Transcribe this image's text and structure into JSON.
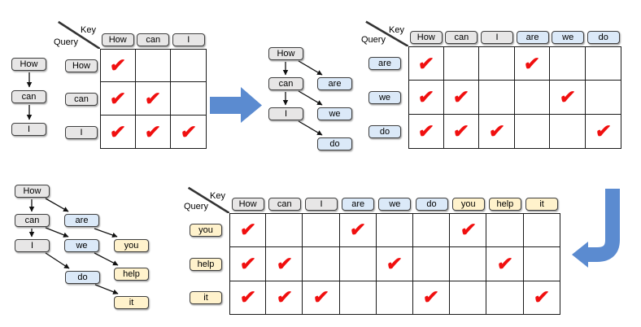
{
  "axis_labels": {
    "key": "Key",
    "query": "Query"
  },
  "check_glyph": "✔",
  "colors": {
    "input_token_fill": "#E7E6E6",
    "draft_token_fill_blue": "#DBE9F8",
    "draft_token_fill_yellow": "#FFF2CC",
    "token_border": "#3F3F3F",
    "grid_border": "#1A1A1A",
    "check_red": "#F00F0F",
    "flow_arrow_blue": "#5B8BD0"
  },
  "step1": {
    "tokens": [
      "How",
      "can",
      "I"
    ],
    "edges": [
      [
        "How",
        "can"
      ],
      [
        "can",
        "I"
      ]
    ],
    "matrix": {
      "key_tokens": [
        {
          "label": "How",
          "color": "gray"
        },
        {
          "label": "can",
          "color": "gray"
        },
        {
          "label": "I",
          "color": "gray"
        }
      ],
      "query_tokens": [
        {
          "label": "How",
          "color": "gray"
        },
        {
          "label": "can",
          "color": "gray"
        },
        {
          "label": "I",
          "color": "gray"
        }
      ],
      "mask": [
        [
          1,
          0,
          0
        ],
        [
          1,
          1,
          0
        ],
        [
          1,
          1,
          1
        ]
      ]
    }
  },
  "step2": {
    "tree": {
      "gray_tokens": [
        "How",
        "can",
        "I"
      ],
      "blue_tokens": [
        "are",
        "we",
        "do"
      ],
      "edges": [
        [
          "How",
          "can"
        ],
        [
          "How",
          "are"
        ],
        [
          "can",
          "I"
        ],
        [
          "can",
          "we"
        ],
        [
          "I",
          "do"
        ]
      ]
    },
    "matrix": {
      "key_tokens": [
        {
          "label": "How",
          "color": "gray"
        },
        {
          "label": "can",
          "color": "gray"
        },
        {
          "label": "I",
          "color": "gray"
        },
        {
          "label": "are",
          "color": "blue"
        },
        {
          "label": "we",
          "color": "blue"
        },
        {
          "label": "do",
          "color": "blue"
        }
      ],
      "query_tokens": [
        {
          "label": "are",
          "color": "blue"
        },
        {
          "label": "we",
          "color": "blue"
        },
        {
          "label": "do",
          "color": "blue"
        }
      ],
      "mask": [
        [
          1,
          0,
          0,
          1,
          0,
          0
        ],
        [
          1,
          1,
          0,
          0,
          1,
          0
        ],
        [
          1,
          1,
          1,
          0,
          0,
          1
        ]
      ]
    }
  },
  "step3": {
    "tree": {
      "gray_tokens": [
        "How",
        "can",
        "I"
      ],
      "blue_tokens": [
        "are",
        "we",
        "do"
      ],
      "yellow_tokens": [
        "you",
        "help",
        "it"
      ],
      "edges": [
        [
          "How",
          "can"
        ],
        [
          "How",
          "are"
        ],
        [
          "can",
          "I"
        ],
        [
          "can",
          "we"
        ],
        [
          "are",
          "you"
        ],
        [
          "I",
          "do"
        ],
        [
          "we",
          "help"
        ],
        [
          "do",
          "it"
        ]
      ]
    },
    "matrix": {
      "key_tokens": [
        {
          "label": "How",
          "color": "gray"
        },
        {
          "label": "can",
          "color": "gray"
        },
        {
          "label": "I",
          "color": "gray"
        },
        {
          "label": "are",
          "color": "blue"
        },
        {
          "label": "we",
          "color": "blue"
        },
        {
          "label": "do",
          "color": "blue"
        },
        {
          "label": "you",
          "color": "yellow"
        },
        {
          "label": "help",
          "color": "yellow"
        },
        {
          "label": "it",
          "color": "yellow"
        }
      ],
      "query_tokens": [
        {
          "label": "you",
          "color": "yellow"
        },
        {
          "label": "help",
          "color": "yellow"
        },
        {
          "label": "it",
          "color": "yellow"
        }
      ],
      "mask": [
        [
          1,
          0,
          0,
          1,
          0,
          0,
          1,
          0,
          0
        ],
        [
          1,
          1,
          0,
          0,
          1,
          0,
          0,
          1,
          0
        ],
        [
          1,
          1,
          1,
          0,
          0,
          1,
          0,
          0,
          1
        ]
      ]
    }
  }
}
